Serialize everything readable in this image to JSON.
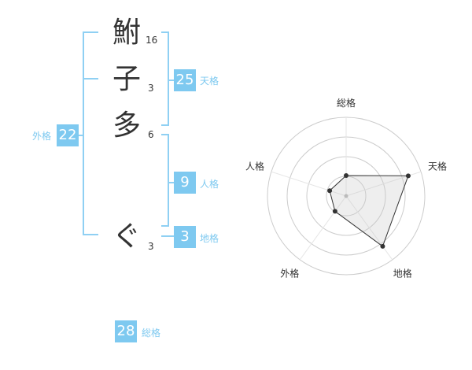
{
  "name": {
    "chars": [
      {
        "char": "鮒",
        "strokes": "16"
      },
      {
        "char": "子",
        "strokes": "3"
      },
      {
        "char": "多",
        "strokes": "6"
      },
      {
        "char": "ぐ",
        "strokes": "3"
      }
    ]
  },
  "kaku": {
    "tenkaku": {
      "value": "25",
      "label": "天格"
    },
    "jinkaku": {
      "value": "9",
      "label": "人格"
    },
    "chikaku": {
      "value": "3",
      "label": "地格"
    },
    "gaikaku": {
      "value": "22",
      "label": "外格"
    },
    "soukaku": {
      "value": "28",
      "label": "総格"
    }
  },
  "colors": {
    "accent": "#7ec9f0",
    "line": "#8fd0f3",
    "text": "#333333"
  },
  "chart_data": {
    "type": "radar",
    "axes": [
      "総格",
      "天格",
      "地格",
      "外格",
      "人格"
    ],
    "values": [
      0.26,
      0.83,
      0.79,
      0.24,
      0.22
    ],
    "rings": 4
  }
}
